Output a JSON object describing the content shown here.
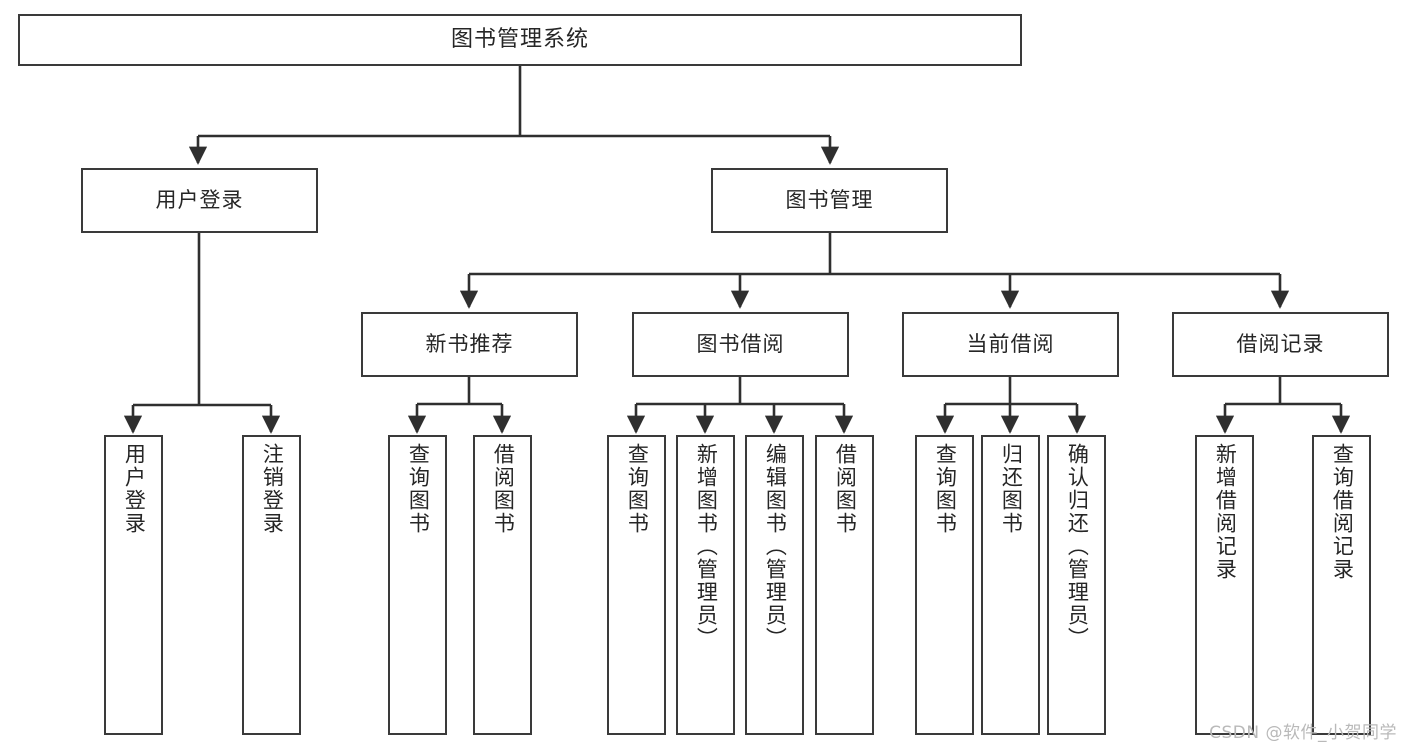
{
  "diagram": {
    "title": "图书管理系统",
    "type": "tree-hierarchy",
    "orientation": "top-down",
    "colors": {
      "box_border": "#3a3a3a",
      "box_fill": "#ffffff",
      "edge": "#2f2f2f",
      "text": "#262626",
      "background": "#ffffff",
      "watermark": "#b9b9b9"
    }
  },
  "root": {
    "label": "图书管理系统"
  },
  "level2": [
    {
      "label": "用户登录"
    },
    {
      "label": "图书管理"
    }
  ],
  "level3": [
    {
      "label": "新书推荐"
    },
    {
      "label": "图书借阅"
    },
    {
      "label": "当前借阅"
    },
    {
      "label": "借阅记录"
    }
  ],
  "leaves": {
    "user_login": [
      {
        "label": "用户登录"
      },
      {
        "label": "注销登录"
      }
    ],
    "new_book_recommend": [
      {
        "label": "查询图书"
      },
      {
        "label": "借阅图书"
      }
    ],
    "book_borrow": [
      {
        "label": "查询图书"
      },
      {
        "label": "新增图书（管理员）"
      },
      {
        "label": "编辑图书（管理员）"
      },
      {
        "label": "借阅图书"
      }
    ],
    "current_borrow": [
      {
        "label": "查询图书"
      },
      {
        "label": "归还图书"
      },
      {
        "label": "确认归还（管理员）"
      }
    ],
    "borrow_record": [
      {
        "label": "新增借阅记录"
      },
      {
        "label": "查询借阅记录"
      }
    ]
  },
  "watermark": {
    "text": "CSDN @软件_小贺同学"
  }
}
